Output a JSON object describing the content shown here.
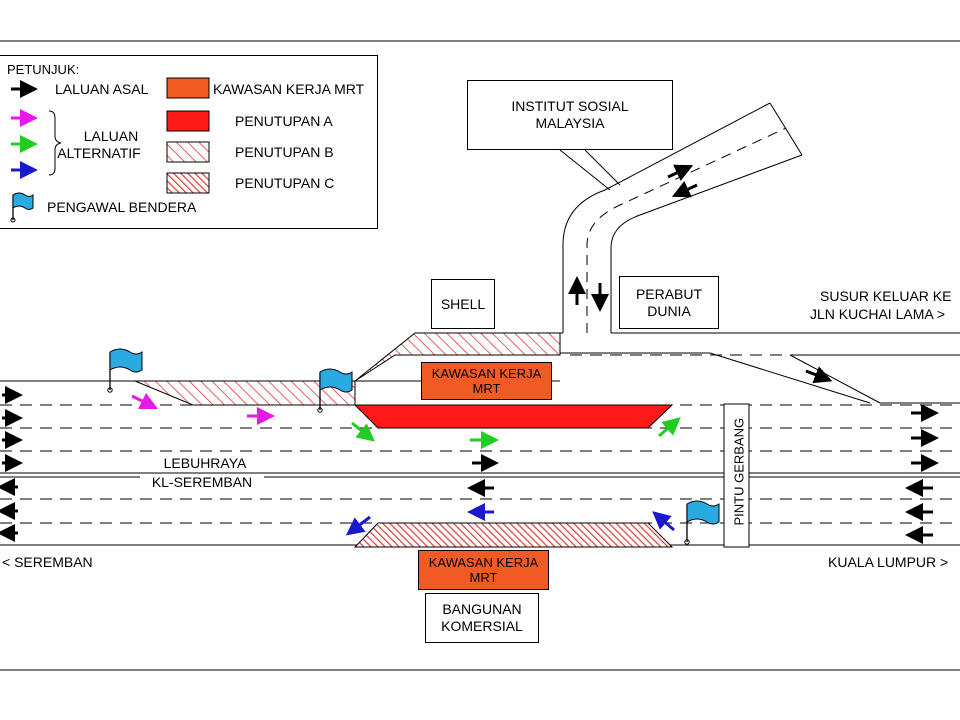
{
  "legend": {
    "title": "PETUNJUK:",
    "original_route": "LALUAN ASAL",
    "alternative_route_l1": "LALUAN",
    "alternative_route_l2": "ALTERNATIF",
    "flagman": "PENGAWAL BENDERA",
    "mrt_work_area": "KAWASAN KERJA MRT",
    "closure_a": "PENUTUPAN  A",
    "closure_b": "PENUTUPAN  B",
    "closure_c": "PENUTUPAN  C"
  },
  "places": {
    "institute_l1": "INSTITUT SOSIAL",
    "institute_l2": "MALAYSIA",
    "shell": "SHELL",
    "furniture_l1": "PERABUT",
    "furniture_l2": "DUNIA",
    "exit_l1": "SUSUR KELUAR KE",
    "exit_l2": "JLN KUCHAI LAMA >",
    "mrt_top_l1": "KAWASAN KERJA",
    "mrt_top_l2": "MRT",
    "mrt_bottom_l1": "KAWASAN KERJA",
    "mrt_bottom_l2": "MRT",
    "highway_l1": "LEBUHRAYA",
    "highway_l2": "KL-SEREMBAN",
    "toll_gate": "PINTU GERBANG",
    "seremban": "< SEREMBAN",
    "kuala_lumpur": "KUALA LUMPUR >",
    "commercial_l1": "BANGUNAN",
    "commercial_l2": "KOMERSIAL"
  },
  "colors": {
    "original_route": "#000000",
    "alt_magenta": "#e619e6",
    "alt_green": "#22cc22",
    "alt_blue": "#1a1acc",
    "mrt_work_area": "#f15a22",
    "closure_a": "#ff1a1a",
    "closure_hatch": "#e03a3a",
    "flag": "#29abe2"
  },
  "icons": [
    "arrow-icon",
    "flag-icon",
    "brace-icon"
  ]
}
